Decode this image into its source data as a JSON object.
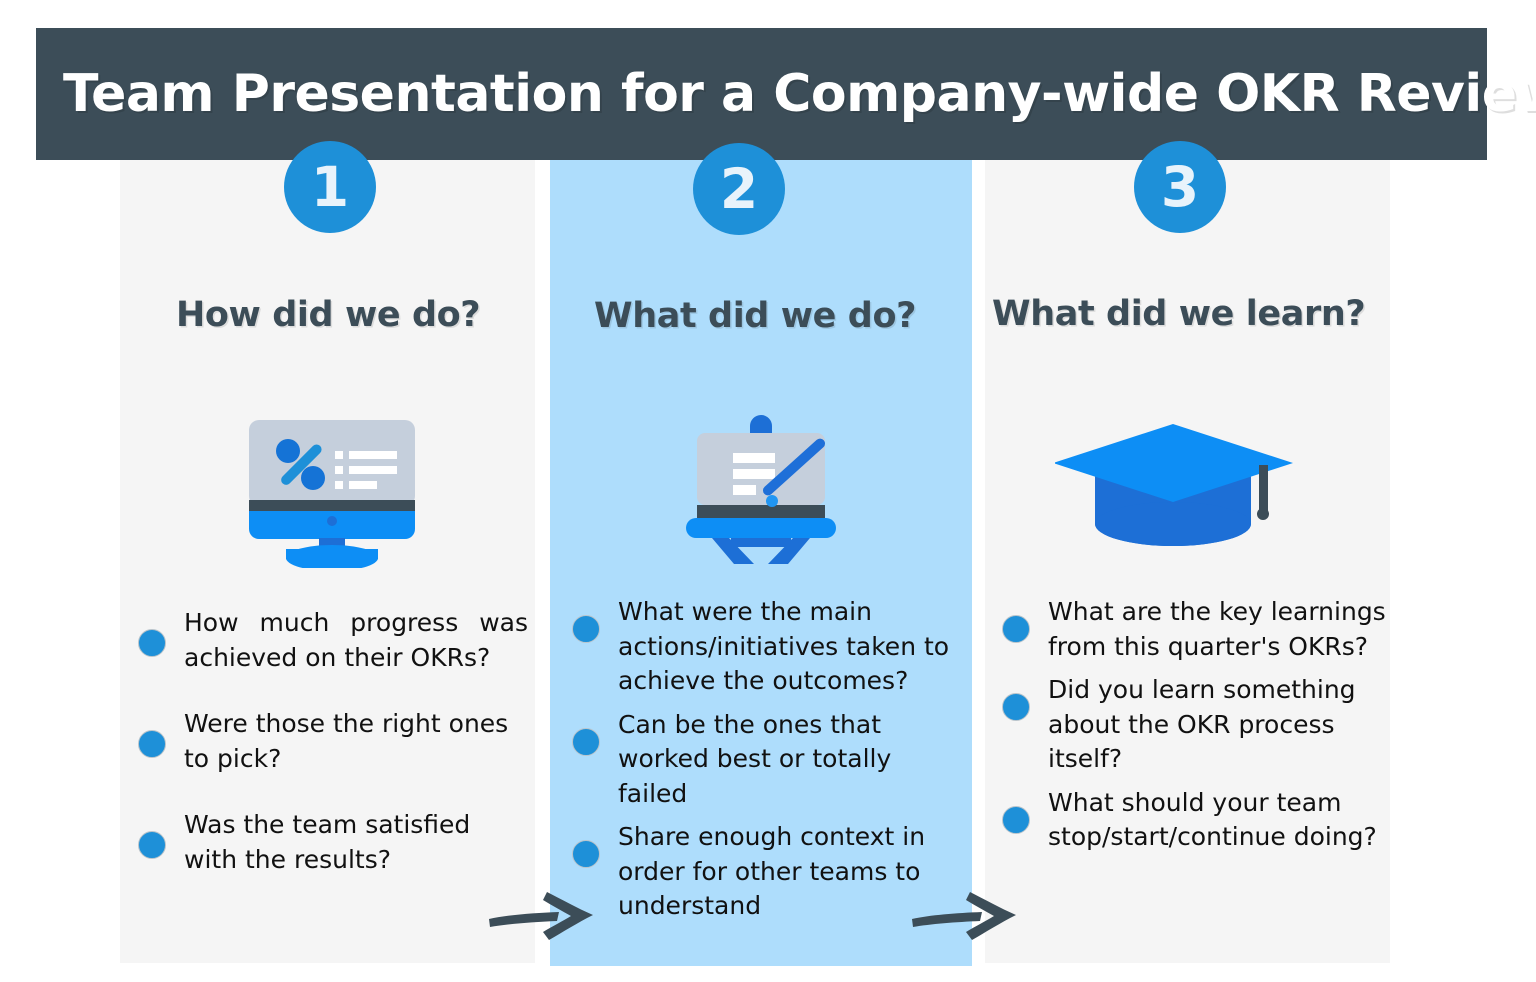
{
  "header": {
    "title": "Team Presentation for a Company-wide OKR Review",
    "background_color": "#3c4d58",
    "text_color": "#ffffff"
  },
  "theme": {
    "accent_blue": "#1e90d8",
    "icon_bright_blue": "#0d8ef5",
    "icon_mid_blue": "#1d6fd6",
    "panel_gray": "#f5f5f5",
    "panel_blue": "#aeddfc",
    "dark_slate": "#3c4d58",
    "body_text": "#111111"
  },
  "columns": [
    {
      "number": "1",
      "heading": "How did we do?",
      "icon": "monitor-percent-icon",
      "background": "#f5f5f5",
      "bullets": [
        "How much progress was achieved on their OKRs?",
        "Were those the right ones to pick?",
        "Was the team satisfied with the results?"
      ]
    },
    {
      "number": "2",
      "heading": "What did we do?",
      "icon": "presentation-easel-icon",
      "background": "#aeddfc",
      "bullets": [
        "What were the main actions/initiatives taken to achieve the outcomes?",
        "Can be the ones that worked best or totally failed",
        "Share enough context in order for other teams to understand"
      ]
    },
    {
      "number": "3",
      "heading": "What did we learn?",
      "icon": "graduation-cap-icon",
      "background": "#f5f5f5",
      "bullets": [
        "What are the key learnings from this quarter's OKRs?",
        "Did you learn something about the OKR process itself?",
        "What should your team  stop/start/continue doing?"
      ]
    }
  ],
  "connectors": [
    {
      "name": "arrow-step1-to-step2",
      "direction": "right",
      "color": "#3c4d58"
    },
    {
      "name": "arrow-step2-to-step3",
      "direction": "right",
      "color": "#3c4d58"
    }
  ]
}
